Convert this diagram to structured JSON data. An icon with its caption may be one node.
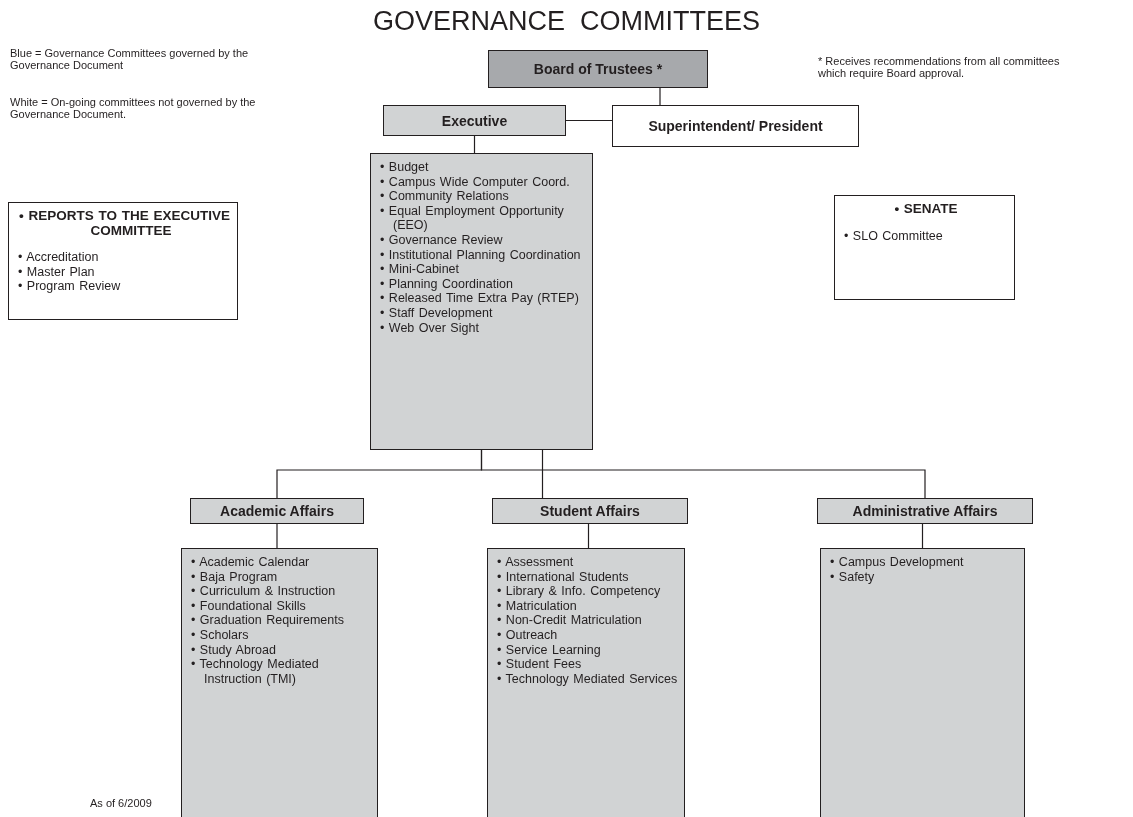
{
  "diagram": {
    "title": "GOVERNANCE  COMMITTEES",
    "nodes": [
      {
        "text": [
          "Board of Trustees *"
        ]
      },
      {
        "text": [
          "Executive"
        ]
      },
      {
        "text": [
          "Superintendent/ President"
        ]
      },
      {
        "text": [
          "• Budget",
          "• Campus Wide Computer Coord.",
          "• Community Relations",
          "• Equal Employment Opportunity (EEO)",
          "• Governance Review",
          "• Institutional Planning Coordination",
          "• Mini-Cabinet",
          "• Planning Coordination",
          "• Released Time Extra Pay (RTEP)",
          "• Staff Development",
          "• Web Over Sight"
        ]
      },
      {
        "text": [
          "• REPORTS TO THE EXECUTIVE COMMITTEE",
          "• Accreditation",
          "• Master Plan",
          "• Program Review"
        ]
      },
      {
        "text": [
          "• SENATE",
          "• SLO Committee"
        ]
      },
      {
        "text": [
          "Academic Affairs"
        ]
      },
      {
        "text": [
          "Student Affairs"
        ]
      },
      {
        "text": [
          "Administrative Affairs"
        ]
      },
      {
        "text": [
          "• Academic Calendar",
          "• Baja Program",
          "• Curriculum & Instruction",
          "• Foundational Skills",
          "• Graduation Requirements",
          "• Scholars",
          "• Study Abroad",
          "• Technology Mediated Instruction (TMI)"
        ]
      },
      {
        "text": [
          "• Assessment",
          "• International Students",
          "• Library & Info. Competency",
          "• Matriculation",
          "• Non-Credit Matriculation",
          "• Outreach",
          "• Service Learning",
          "• Student Fees",
          "• Technology Mediated Services"
        ]
      },
      {
        "text": [
          "• Campus Development",
          "• Safety"
        ]
      }
    ],
    "edges": [
      {
        "from": 0,
        "to": 2,
        "arrow": "none"
      },
      {
        "from": 1,
        "to": 2,
        "arrow": "none"
      },
      {
        "from": 1,
        "to": 3,
        "arrow": "none"
      },
      {
        "from": 3,
        "to": 6,
        "arrow": "none"
      },
      {
        "from": 3,
        "to": 7,
        "arrow": "none"
      },
      {
        "from": 3,
        "to": 8,
        "arrow": "none"
      },
      {
        "from": 6,
        "to": 9,
        "arrow": "none"
      },
      {
        "from": 7,
        "to": 10,
        "arrow": "none"
      },
      {
        "from": 8,
        "to": 11,
        "arrow": "none"
      }
    ],
    "labels": [
      "Blue = Governance Committees governed by the Governance Document",
      "White = On-going committees not governed by the Governance Document.",
      "* Receives recommendations from all committees which require Board approval.",
      "As of 6/2009"
    ]
  }
}
